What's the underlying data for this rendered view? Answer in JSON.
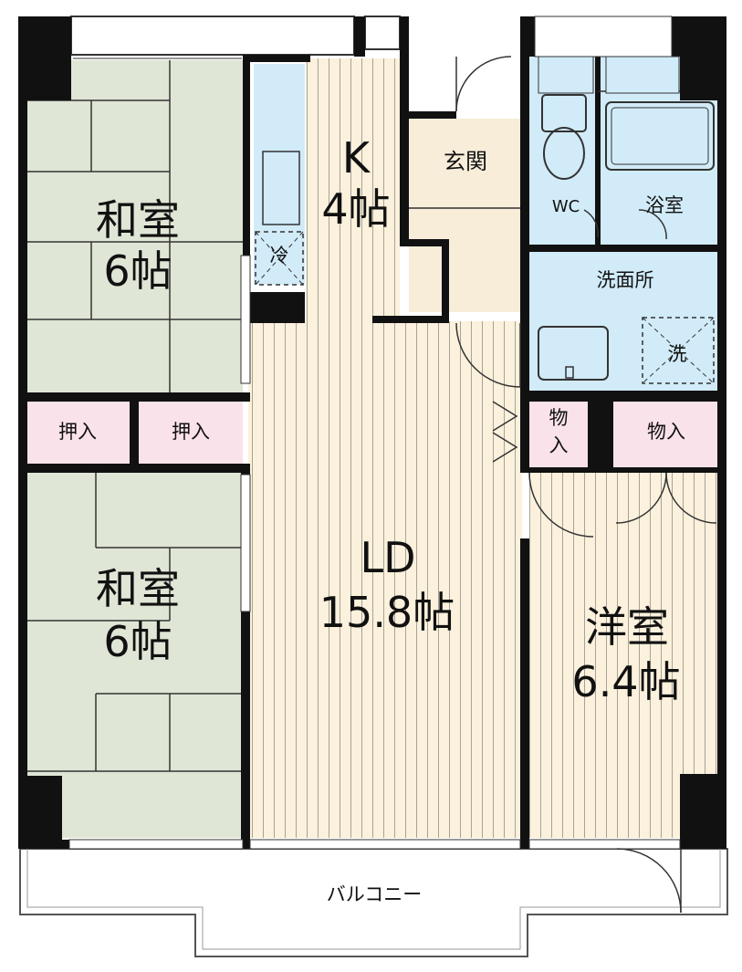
{
  "rooms": {
    "washitsu_top": {
      "name": "和室",
      "size": "6帖"
    },
    "washitsu_bottom": {
      "name": "和室",
      "size": "6帖"
    },
    "kitchen": {
      "name": "K",
      "size": "4帖"
    },
    "ld": {
      "name": "LD",
      "size": "15.8帖"
    },
    "youshitsu": {
      "name": "洋室",
      "size": "6.4帖"
    },
    "genkan": {
      "name": "玄関"
    },
    "wc": {
      "name": "WC"
    },
    "bath": {
      "name": "浴室"
    },
    "senmen": {
      "name": "洗面所"
    },
    "washer": {
      "name": "洗"
    },
    "fridge": {
      "name": "冷"
    },
    "oshiire_left": {
      "name": "押入"
    },
    "oshiire_right": {
      "name": "押入"
    },
    "monoire_small": {
      "line1": "物",
      "line2": "入"
    },
    "monoire": {
      "name": "物入"
    },
    "balcony": {
      "name": "バルコニー"
    }
  },
  "colors": {
    "tatami": "#dfe6d6",
    "wood": "#fbf1dc",
    "wood_line": "#a7a39a",
    "genkan": "#f7edd9",
    "water": "#d1ebf8",
    "closet": "#fae2ea",
    "wall": "#111111"
  }
}
